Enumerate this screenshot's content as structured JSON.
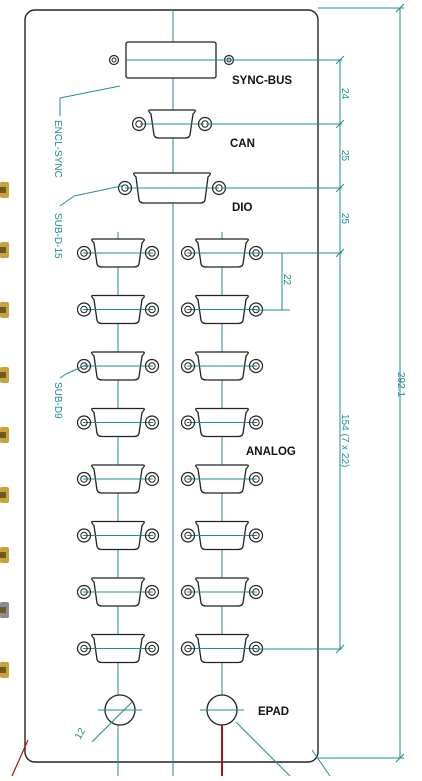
{
  "labels": {
    "sync_bus": "SYNC-BUS",
    "can": "CAN",
    "dio": "DIO",
    "analog": "ANALOG",
    "epad": "EPAD"
  },
  "callouts": {
    "encl_sync": "ENCL-SYNC",
    "sub_d_15": "SUB-D-15",
    "sub_d9": "SUB-D9",
    "radius": "12"
  },
  "dimensions": {
    "d1": "24",
    "d2": "25",
    "d3": "25",
    "pitch": "22",
    "analog_span": "154 (7 x 22)",
    "total_height": "292.1"
  },
  "analog_connector_rows": 8,
  "colors": {
    "dimension_line": "#1f8f8f",
    "panel_outline": "#222222",
    "cable": "#b01010"
  }
}
